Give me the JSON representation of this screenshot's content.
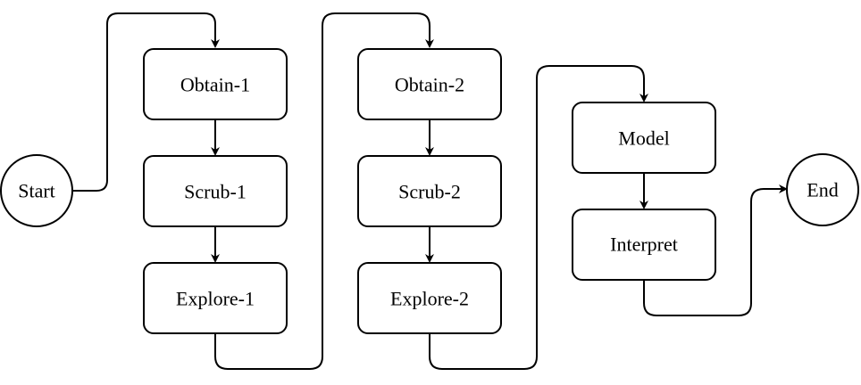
{
  "nodes": {
    "start": "Start",
    "obtain1": "Obtain-1",
    "scrub1": "Scrub-1",
    "explore1": "Explore-1",
    "obtain2": "Obtain-2",
    "scrub2": "Scrub-2",
    "explore2": "Explore-2",
    "model": "Model",
    "interpret": "Interpret",
    "end": "End"
  }
}
